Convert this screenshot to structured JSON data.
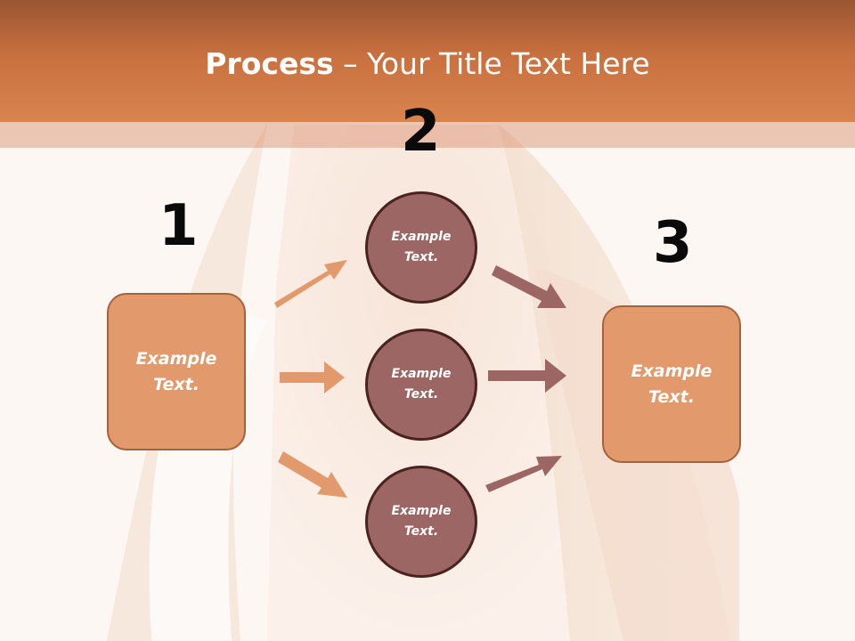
{
  "title": {
    "bold": "Process",
    "rest": " – Your Title Text Here"
  },
  "steps": {
    "one": "1",
    "two": "2",
    "three": "3"
  },
  "left_box": "Example Text.",
  "circles": [
    "Example Text.",
    "Example Text.",
    "Example Text."
  ],
  "right_box": "Example Text.",
  "colors": {
    "header": "#d9844f",
    "box_fill": "#e29a6c",
    "circle_fill": "#9c6664",
    "arrow_left": "#e29a6c",
    "arrow_right": "#9c6664"
  }
}
